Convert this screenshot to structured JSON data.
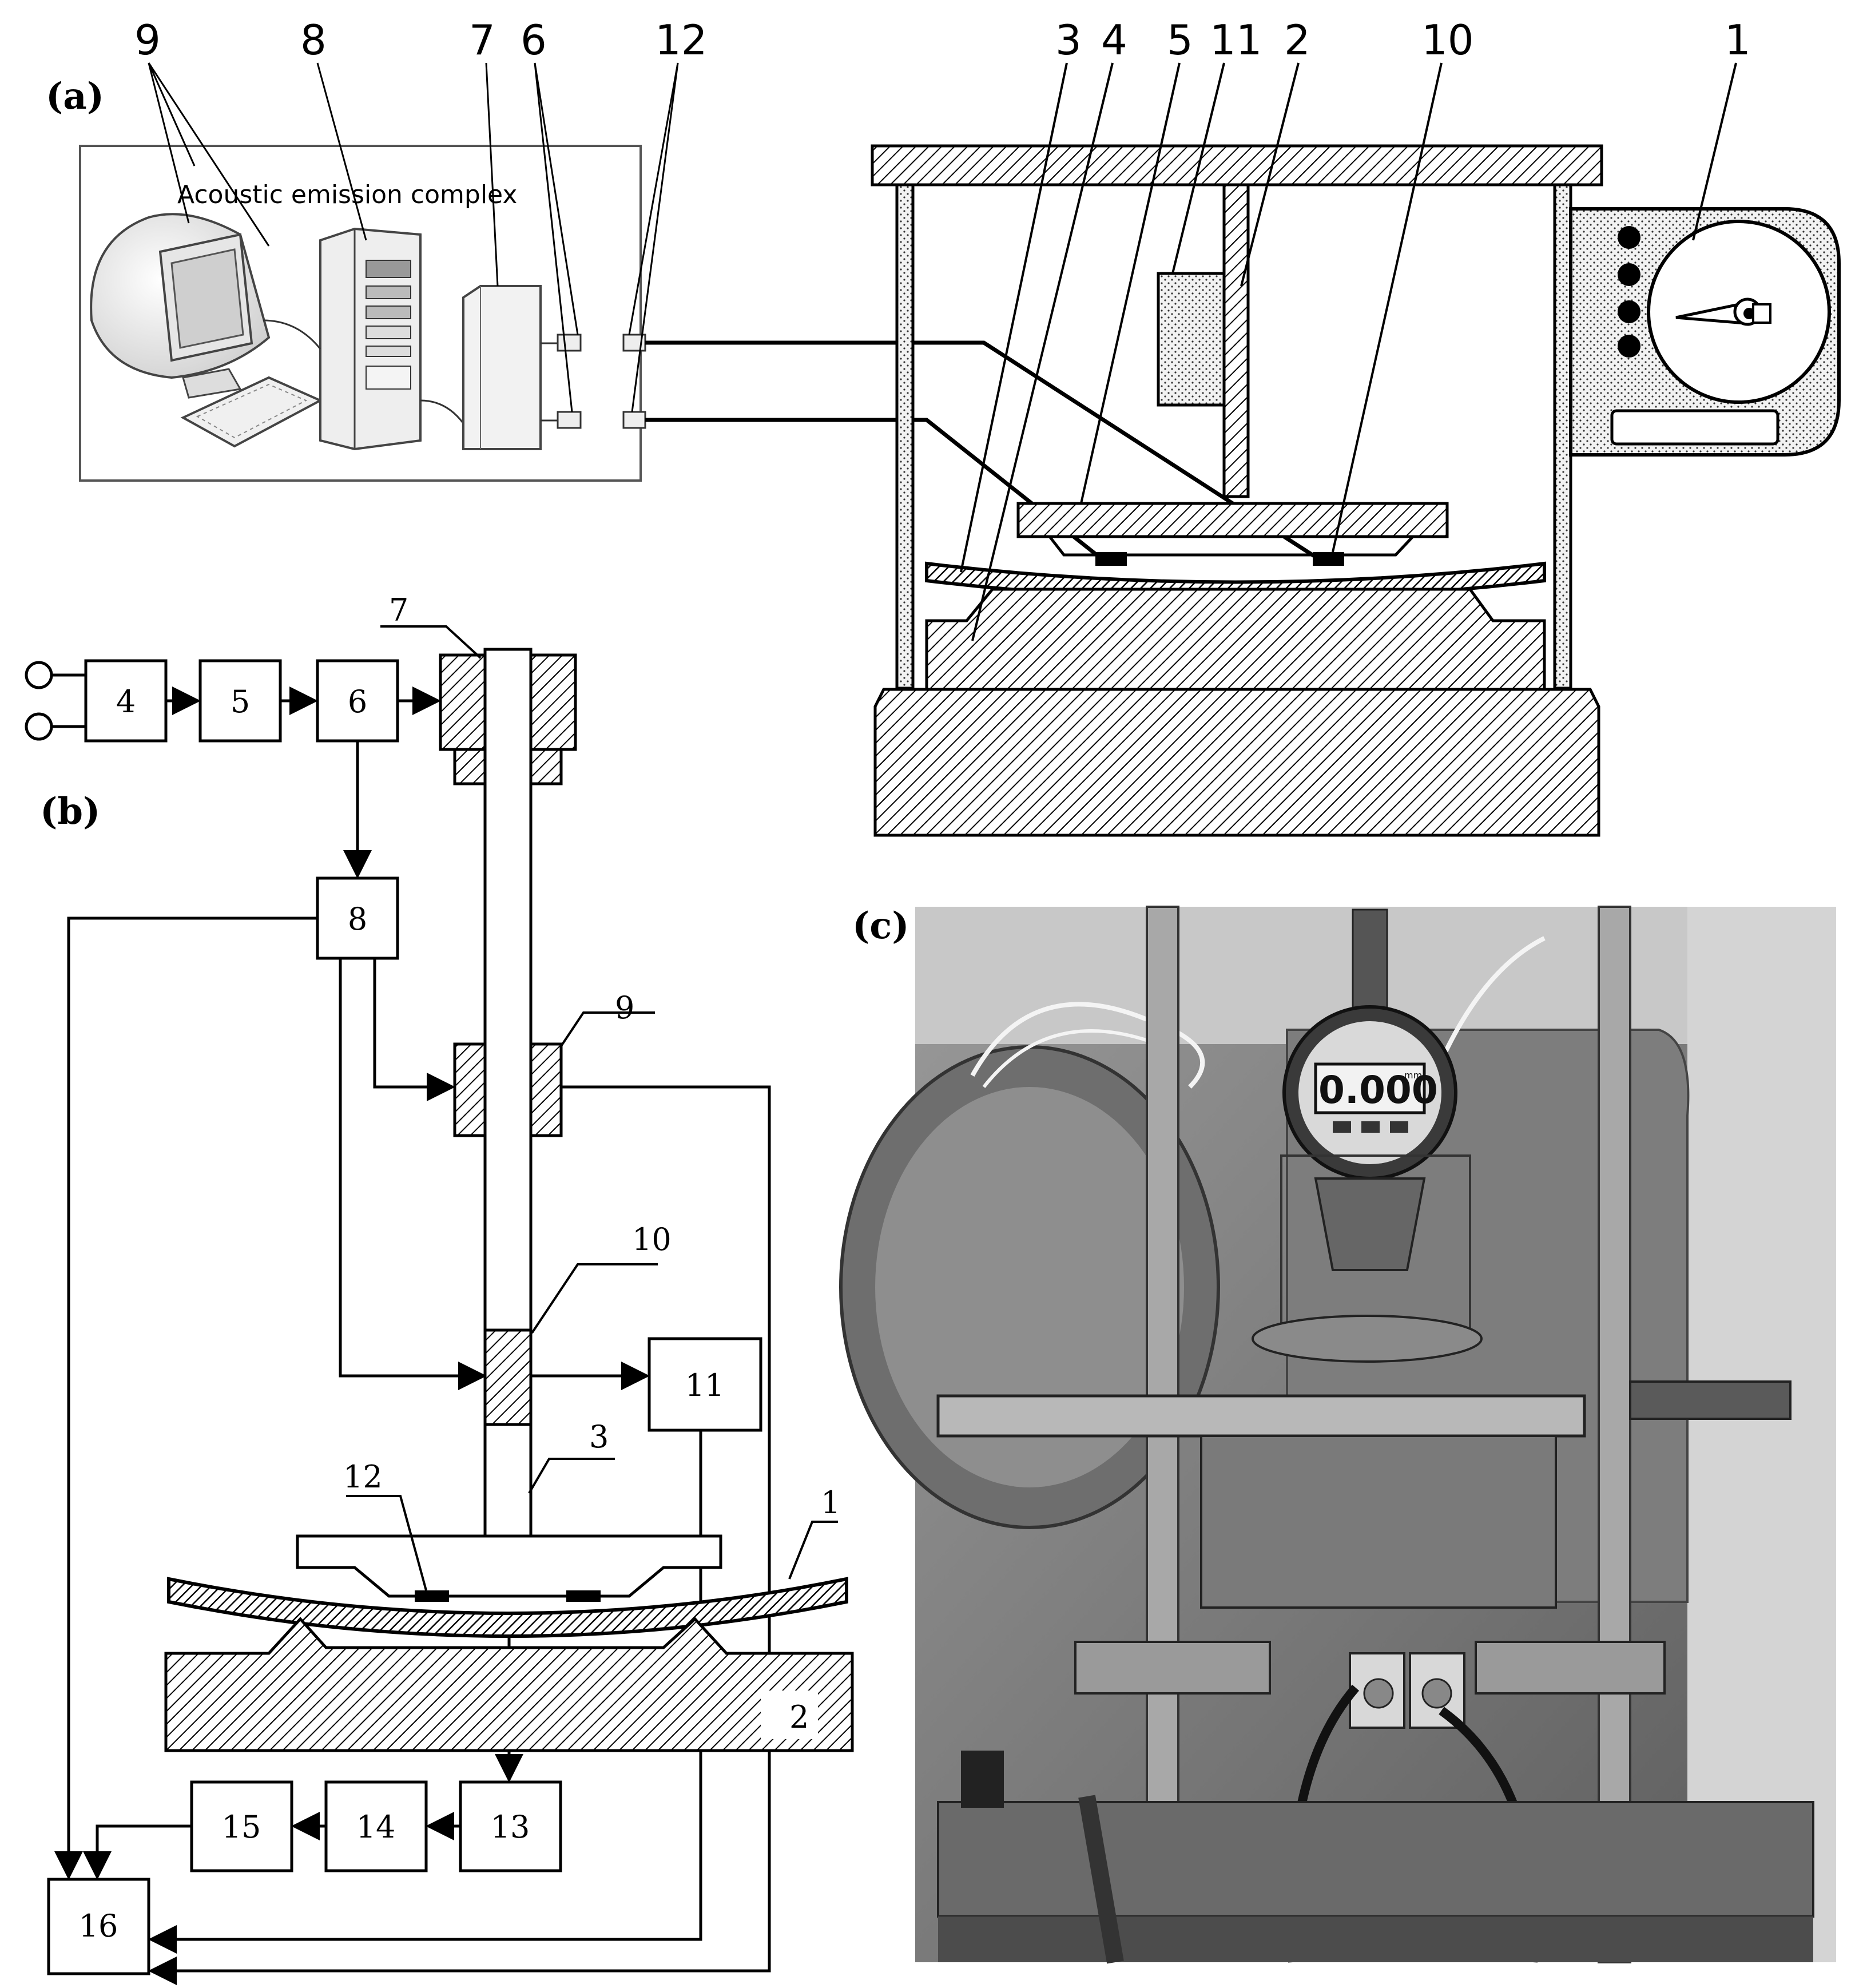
{
  "panels": {
    "a": "(a)",
    "b": "(b)",
    "c": "(c)"
  },
  "panel_a": {
    "complex_title": "Acoustic emission complex",
    "callouts": [
      "9",
      "8",
      "7",
      "6",
      "12",
      "3",
      "4",
      "5",
      "11",
      "2",
      "10",
      "1"
    ]
  },
  "panel_b": {
    "blocks": [
      "4",
      "5",
      "6",
      "8",
      "11",
      "13",
      "14",
      "15",
      "16"
    ],
    "callouts": [
      "7",
      "9",
      "10",
      "3",
      "12",
      "1",
      "2"
    ]
  },
  "panel_c": {
    "indicator_reading": "0.000",
    "indicator_unit": "mm"
  },
  "colors": {
    "line": "#000000",
    "background": "#ffffff",
    "hatch_fill": "#ffffff",
    "dotted_fill": "#eeeeee",
    "photo_mid_gray": "#8a8a8a"
  }
}
